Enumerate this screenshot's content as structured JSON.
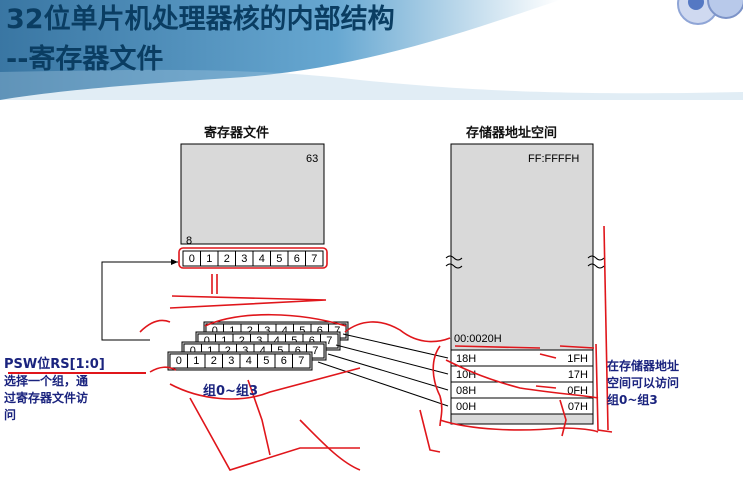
{
  "title": {
    "line1": "32位单片机处理器核的内部结构",
    "line2": "--寄存器文件"
  },
  "register_file": {
    "heading": "寄存器文件",
    "top_index": "63",
    "row_start": "8",
    "registers": [
      "0",
      "1",
      "2",
      "3",
      "4",
      "5",
      "6",
      "7"
    ]
  },
  "memory": {
    "heading": "存储器地址空间",
    "top_address": "FF:FFFFH",
    "mid_address": "00:0020H",
    "banks": [
      {
        "start": "18H",
        "end": "1FH"
      },
      {
        "start": "10H",
        "end": "17H"
      },
      {
        "start": "08H",
        "end": "0FH"
      },
      {
        "start": "00H",
        "end": "07H"
      }
    ]
  },
  "bank_stack": {
    "label": "组0~组3",
    "registers": [
      "0",
      "1",
      "2",
      "3",
      "4",
      "5",
      "6",
      "7"
    ]
  },
  "notes": {
    "psw_line1": "PSW位RS[1:0]",
    "psw_line2": "选择一个组，通",
    "psw_line3": "过寄存器文件访",
    "psw_line4": "问",
    "mem_line1": "在存储器地址",
    "mem_line2": "空间可以访问",
    "mem_line3": "组0~组3"
  },
  "colors": {
    "title": "#0a3d62",
    "annotation": "#e0161b",
    "box_fill": "#d9d9d9",
    "header_wave": "#4f8fb8"
  }
}
